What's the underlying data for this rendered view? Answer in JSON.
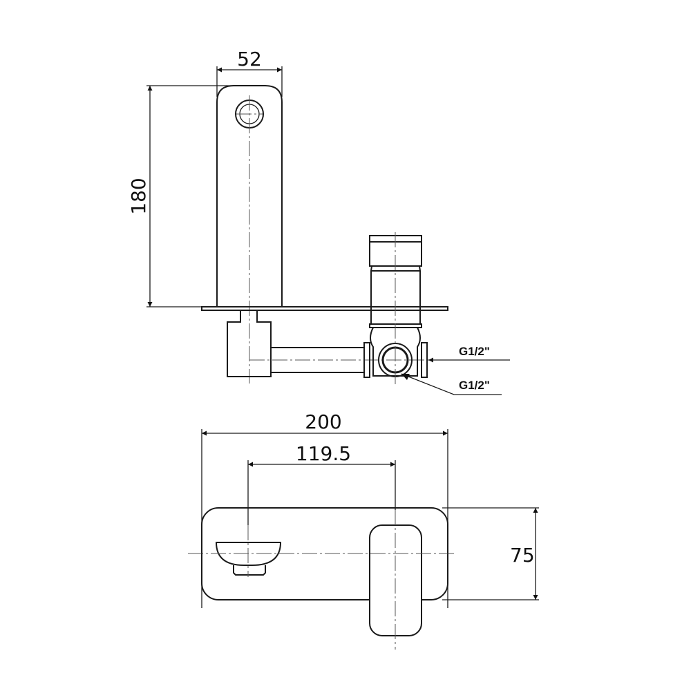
{
  "drawing": {
    "subject": "Wall-mounted basin mixer with spout",
    "line_color": "#1a1a1a",
    "background": "#ffffff"
  },
  "side_view": {
    "dimensions": {
      "spout_width": "52",
      "spout_height": "180"
    },
    "labels": {
      "inlet_side": "G1/2\"",
      "inlet_bottom": "G1/2\""
    }
  },
  "front_view": {
    "dimensions": {
      "overall_width": "200",
      "spout_to_handle": "119.5",
      "plate_height": "75"
    }
  }
}
